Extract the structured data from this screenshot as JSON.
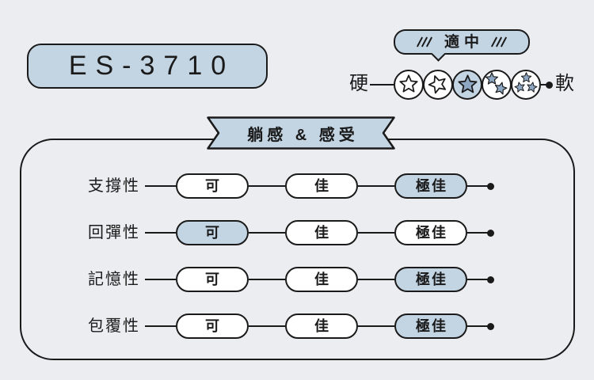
{
  "colors": {
    "background": "#ecedf1",
    "accent": "#c3d5e3",
    "star_fill": "#8ea8c3",
    "outline": "#1a1a1a"
  },
  "model_badge": {
    "label": "ES-3710"
  },
  "firmness_scale": {
    "bubble_label": "適中",
    "hard_label": "硬",
    "soft_label": "軟",
    "levels": 5,
    "selected_level": 3
  },
  "section_banner": {
    "title": "躺感 & 感受"
  },
  "ratings": {
    "scale_labels": [
      "可",
      "佳",
      "極佳"
    ],
    "rows": [
      {
        "label": "支撐性",
        "value": "極佳"
      },
      {
        "label": "回彈性",
        "value": "可"
      },
      {
        "label": "記憶性",
        "value": "極佳"
      },
      {
        "label": "包覆性",
        "value": "極佳"
      }
    ]
  }
}
